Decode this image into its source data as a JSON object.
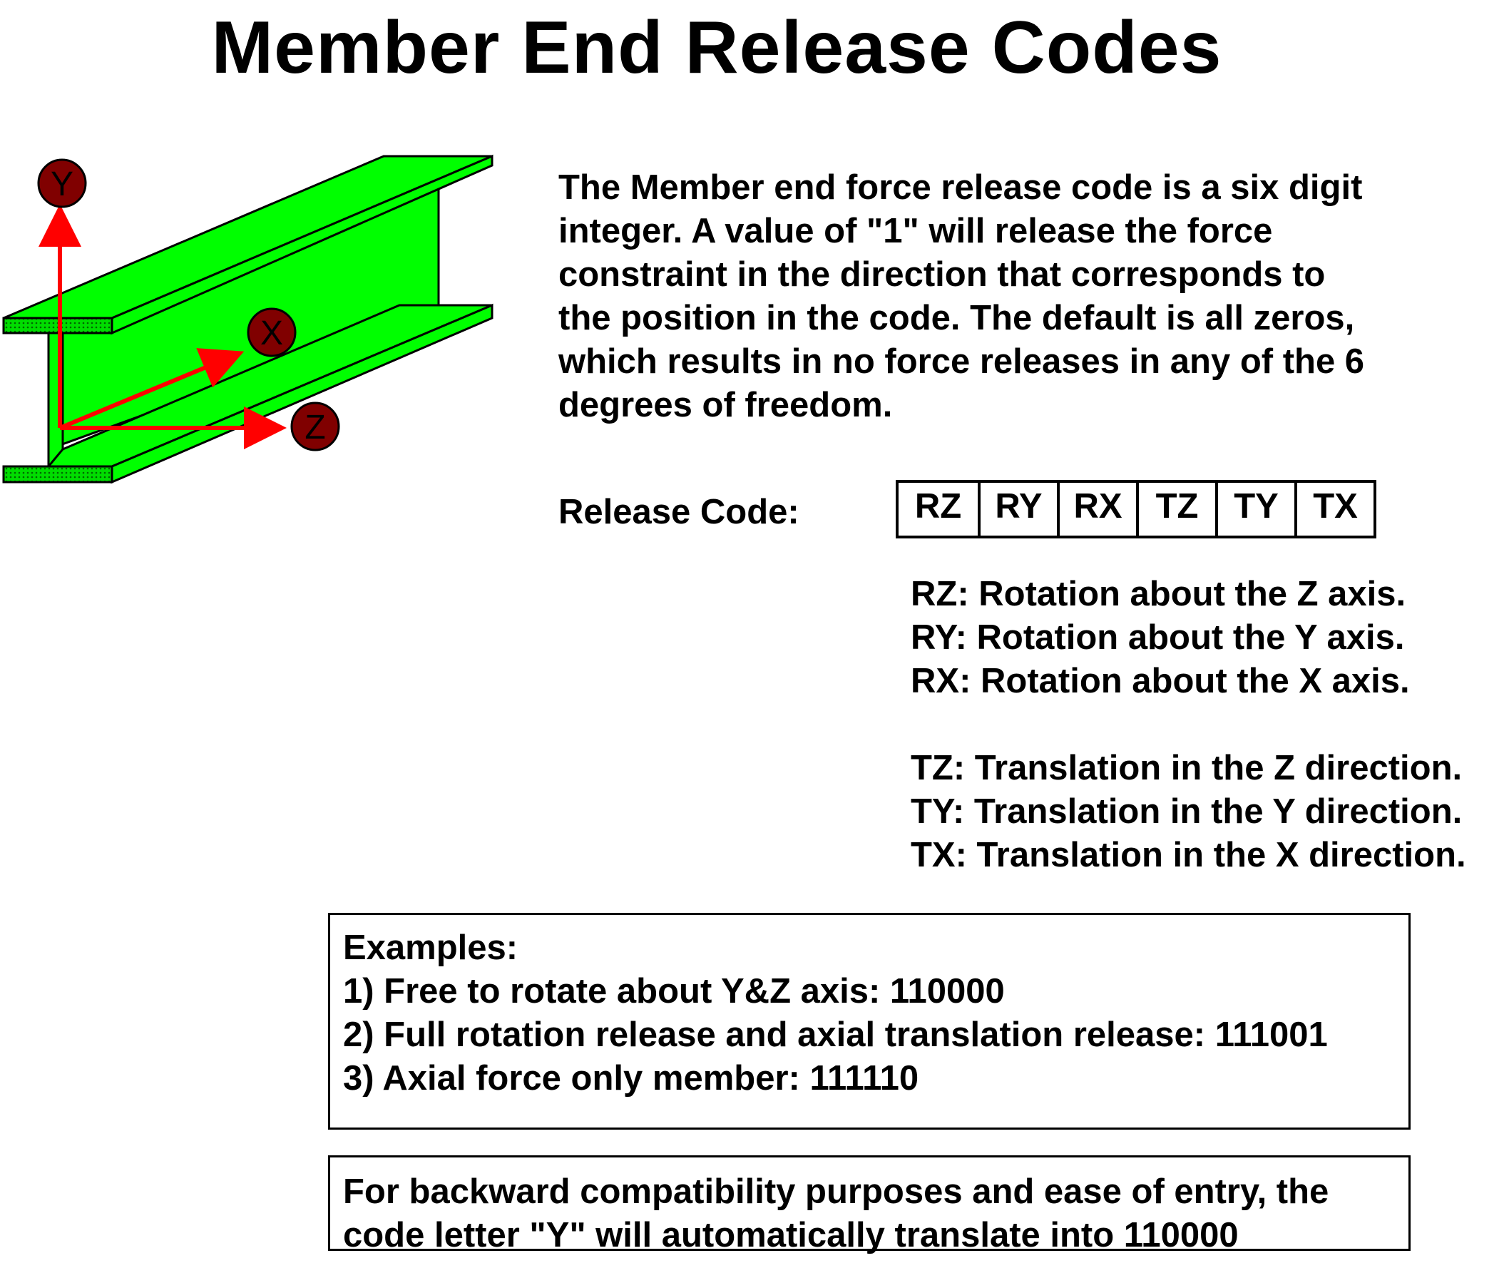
{
  "title": "Member End Release Codes",
  "diagram": {
    "axes": [
      {
        "label": "Y"
      },
      {
        "label": "X"
      },
      {
        "label": "Z"
      }
    ],
    "colors": {
      "beam_fill": "#00ff00",
      "axis_arrow": "#ff0000",
      "axis_marker": "#800000"
    }
  },
  "description": {
    "lines": [
      "The Member end force release code is a six digit",
      "integer.  A value of \"1\" will release the force",
      "constraint in the direction that corresponds to",
      "the position in the code.  The default is all zeros,",
      "which results in no force releases in any of the 6",
      "degrees of freedom."
    ]
  },
  "release_code": {
    "label": "Release Code:",
    "cells": [
      "RZ",
      "RY",
      "RX",
      "TZ",
      "TY",
      "TX"
    ]
  },
  "legend": {
    "rotations": [
      "RZ: Rotation about the Z axis.",
      "RY: Rotation about the Y axis.",
      "RX: Rotation about the X axis."
    ],
    "translations": [
      "TZ: Translation in the Z direction.",
      "TY: Translation in the Y direction.",
      "TX: Translation in the X direction."
    ]
  },
  "examples": {
    "heading": "Examples:",
    "items": [
      "1) Free to rotate about Y&Z axis:  110000",
      "2) Full rotation release and axial translation release: 111001",
      "3) Axial force only member: 111110"
    ]
  },
  "compatibility": {
    "lines": [
      "For backward compatibility purposes and ease of entry, the",
      "code letter \"Y\" will automatically translate into  110000"
    ]
  }
}
